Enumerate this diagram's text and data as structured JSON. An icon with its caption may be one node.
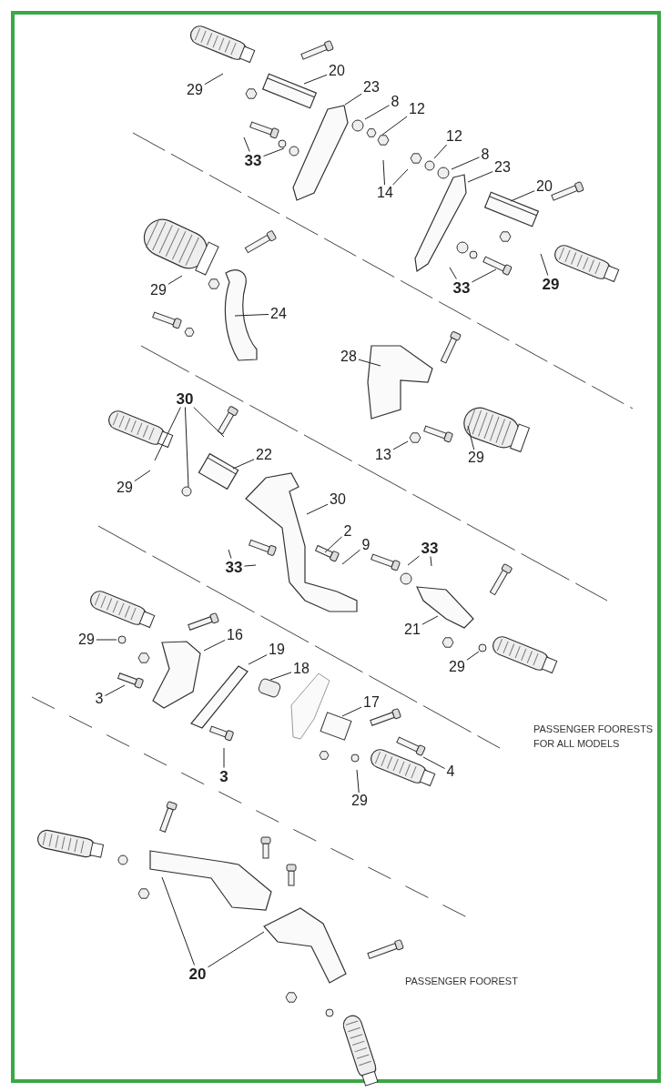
{
  "diagram": {
    "nodes": [
      {
        "text": [
          "20"
        ]
      },
      {
        "text": [
          "29"
        ]
      },
      {
        "text": [
          "23"
        ]
      },
      {
        "text": [
          "8"
        ]
      },
      {
        "text": [
          "12"
        ]
      },
      {
        "text": [
          "33"
        ]
      },
      {
        "text": [
          "14"
        ]
      },
      {
        "text": [
          "12"
        ]
      },
      {
        "text": [
          "8"
        ]
      },
      {
        "text": [
          "23"
        ]
      },
      {
        "text": [
          "20"
        ]
      },
      {
        "text": [
          "33"
        ]
      },
      {
        "text": [
          "29"
        ]
      },
      {
        "text": [
          "29"
        ]
      },
      {
        "text": [
          "24"
        ]
      },
      {
        "text": [
          "28"
        ]
      },
      {
        "text": [
          "30"
        ]
      },
      {
        "text": [
          "22"
        ]
      },
      {
        "text": [
          "29"
        ]
      },
      {
        "text": [
          "13"
        ]
      },
      {
        "text": [
          "29"
        ]
      },
      {
        "text": [
          "30"
        ]
      },
      {
        "text": [
          "2"
        ]
      },
      {
        "text": [
          "9"
        ]
      },
      {
        "text": [
          "33"
        ]
      },
      {
        "text": [
          "33"
        ]
      },
      {
        "text": [
          "21"
        ]
      },
      {
        "text": [
          "29"
        ]
      },
      {
        "text": [
          "29"
        ]
      },
      {
        "text": [
          "16"
        ]
      },
      {
        "text": [
          "19"
        ]
      },
      {
        "text": [
          "18"
        ]
      },
      {
        "text": [
          "3"
        ]
      },
      {
        "text": [
          "17"
        ]
      },
      {
        "text": [
          "3"
        ]
      },
      {
        "text": [
          "4"
        ]
      },
      {
        "text": [
          "29"
        ]
      },
      {
        "text": [
          "20"
        ]
      }
    ],
    "edges": [
      {
        "from": 0,
        "to": null,
        "arrow": "none"
      },
      {
        "from": 1,
        "to": null,
        "arrow": "none"
      },
      {
        "from": 2,
        "to": null,
        "arrow": "none"
      },
      {
        "from": 3,
        "to": null,
        "arrow": "none"
      },
      {
        "from": 4,
        "to": null,
        "arrow": "none"
      },
      {
        "from": 5,
        "to": null,
        "arrow": "none"
      },
      {
        "from": 5,
        "to": null,
        "arrow": "none"
      },
      {
        "from": 6,
        "to": null,
        "arrow": "none"
      },
      {
        "from": 6,
        "to": null,
        "arrow": "none"
      },
      {
        "from": 7,
        "to": null,
        "arrow": "none"
      },
      {
        "from": 8,
        "to": null,
        "arrow": "none"
      },
      {
        "from": 9,
        "to": null,
        "arrow": "none"
      },
      {
        "from": 10,
        "to": null,
        "arrow": "none"
      },
      {
        "from": 11,
        "to": null,
        "arrow": "none"
      },
      {
        "from": 11,
        "to": null,
        "arrow": "none"
      },
      {
        "from": 12,
        "to": null,
        "arrow": "none"
      },
      {
        "from": 13,
        "to": null,
        "arrow": "none"
      },
      {
        "from": 14,
        "to": null,
        "arrow": "none"
      },
      {
        "from": 15,
        "to": null,
        "arrow": "none"
      },
      {
        "from": 16,
        "to": null,
        "arrow": "none"
      },
      {
        "from": 16,
        "to": null,
        "arrow": "none"
      },
      {
        "from": 16,
        "to": null,
        "arrow": "none"
      },
      {
        "from": 17,
        "to": null,
        "arrow": "none"
      },
      {
        "from": 18,
        "to": null,
        "arrow": "none"
      },
      {
        "from": 19,
        "to": null,
        "arrow": "none"
      },
      {
        "from": 20,
        "to": null,
        "arrow": "none"
      },
      {
        "from": 21,
        "to": null,
        "arrow": "none"
      },
      {
        "from": 22,
        "to": null,
        "arrow": "none"
      },
      {
        "from": 23,
        "to": null,
        "arrow": "none"
      },
      {
        "from": 24,
        "to": null,
        "arrow": "none"
      },
      {
        "from": 24,
        "to": null,
        "arrow": "none"
      },
      {
        "from": 25,
        "to": null,
        "arrow": "none"
      },
      {
        "from": 25,
        "to": null,
        "arrow": "none"
      },
      {
        "from": 26,
        "to": null,
        "arrow": "none"
      },
      {
        "from": 27,
        "to": null,
        "arrow": "none"
      },
      {
        "from": 28,
        "to": null,
        "arrow": "none"
      },
      {
        "from": 29,
        "to": null,
        "arrow": "none"
      },
      {
        "from": 30,
        "to": null,
        "arrow": "none"
      },
      {
        "from": 31,
        "to": null,
        "arrow": "none"
      },
      {
        "from": 32,
        "to": null,
        "arrow": "none"
      },
      {
        "from": 33,
        "to": null,
        "arrow": "none"
      },
      {
        "from": 34,
        "to": null,
        "arrow": "none"
      },
      {
        "from": 35,
        "to": null,
        "arrow": "none"
      },
      {
        "from": 36,
        "to": null,
        "arrow": "none"
      },
      {
        "from": 37,
        "to": null,
        "arrow": "none"
      },
      {
        "from": 37,
        "to": null,
        "arrow": "none"
      }
    ],
    "labels": [
      "PASSENGER FOORESTS FOR ALL MODELS",
      "PASSENGER FOOREST"
    ]
  }
}
